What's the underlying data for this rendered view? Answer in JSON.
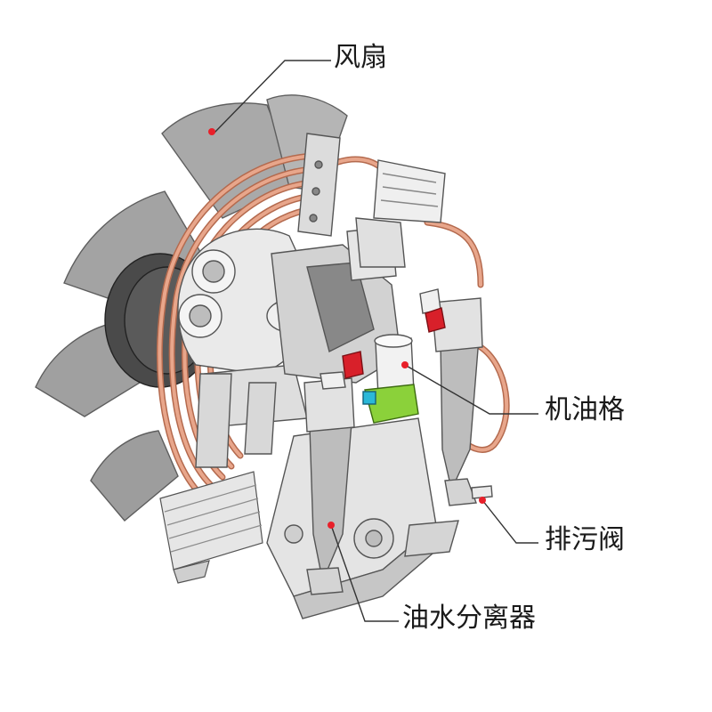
{
  "labels": {
    "fan": "风扇",
    "oil_filter": "机油格",
    "drain_valve": "排污阀",
    "separator": "油水分离器"
  },
  "colors": {
    "pipe": "#d98f72",
    "pipe_dark": "#b46a4e",
    "metal_light": "#eeeeee",
    "metal_mid": "#c8c8c8",
    "metal_dark": "#7e7e7e",
    "fan_blade": "#a9a9a9",
    "marker": "#e8202a",
    "fitting_green": "#8bd13a",
    "fitting_cyan": "#2ab8d8",
    "fitting_red": "#d8202a",
    "leader_line": "#333333"
  }
}
